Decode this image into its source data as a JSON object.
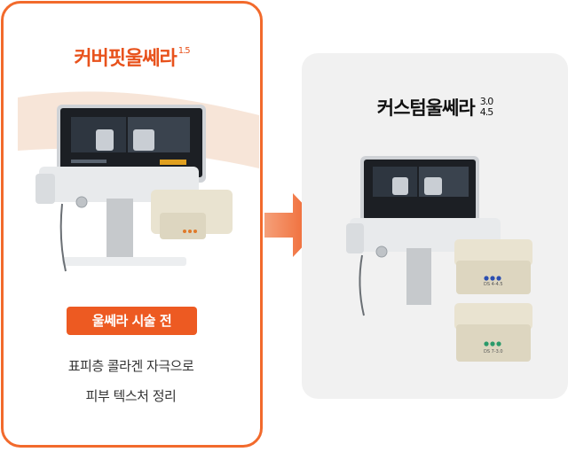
{
  "before": {
    "title": "커버핏울쎄라",
    "version": "1.5",
    "badge": "울쎄라 시술 전",
    "desc_line1": "표피층 콜라겐 자극으로",
    "desc_line2": "피부 텍스처 정리"
  },
  "after": {
    "title": "커스텀울쎄라",
    "version_top": "3.0",
    "version_bottom": "4.5",
    "transducer_label_1": "DS 4-4.5",
    "transducer_label_2": "DS 7-3.0"
  },
  "colors": {
    "accent": "#ed5a22",
    "panel_bg": "#f1f1f1",
    "dots_orange": "#e07a2a",
    "dots_blue": "#2c4fb0",
    "dots_green": "#2a9a6a"
  }
}
